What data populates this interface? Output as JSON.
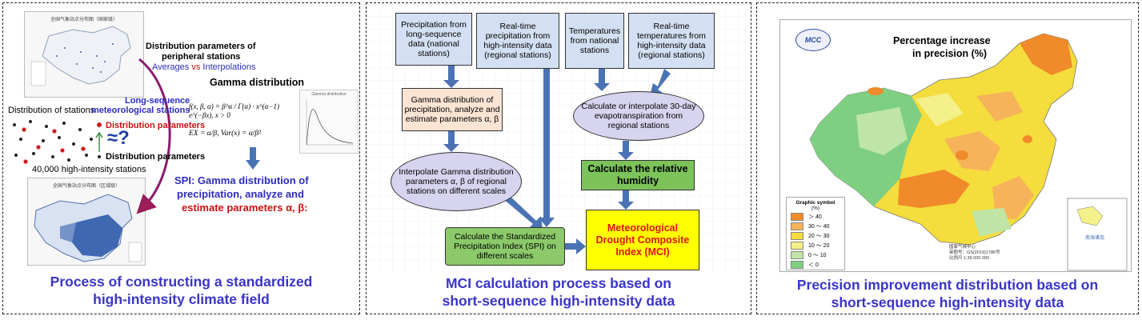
{
  "panel1": {
    "caption_line1": "Process of constructing a standardized",
    "caption_line2": "high-intensity climate field",
    "top_map_title": "全国气象站点分布图（国家级）",
    "bottom_map_title": "全国气象站点分布图（区域级）",
    "peripheral_line1": "Distribution parameters of",
    "peripheral_line2": "peripheral stations",
    "averages": "Averages",
    "vs": "vs",
    "interpolations": "Interpolations",
    "gamma_title": "Gamma distribution",
    "formula1": "f(x, β, α) = β^α / Γ(α) · x^(α−1) e^(−βx), x > 0",
    "formula2": "EX = α/β, Var(x) = α/β²",
    "mini_chart_title": "Gamma distribution",
    "dist_of_stations": "Distribution of stations",
    "long_seq_line1": "Long-sequence",
    "long_seq_line2": "meteorological stations",
    "dist_params_red": "Distribution parameters",
    "approx_symbol": "≈?",
    "dist_params_black": "Distribution parameters",
    "high_intensity": "40,000 high-intensity stations",
    "spi_line1": "SPI: Gamma distribution of",
    "spi_line2": "precipitation, analyze and",
    "spi_line3": "estimate parameters α, β:"
  },
  "panel2": {
    "caption_line1": "MCI calculation process based on",
    "caption_line2": "short-sequence high-intensity data",
    "box_precip_long": "Precipitation from long-sequence data (national stations)",
    "box_precip_rt": "Real-time precipitation from high-intensity data (regional stations)",
    "box_temp_nat": "Temperatures from national stations",
    "box_temp_rt": "Real-time temperatures from high-intensity data (regional stations)",
    "box_gamma": "Gamma distribution of precipitation, analyze and estimate parameters α, β",
    "ell_interp_gamma": "Interpolate Gamma distribution parameters α, β of regional stations on different scales",
    "ell_evapo": "Calculate or interpolate 30-day evapotranspiration from regional stations",
    "box_humidity": "Calculate the relative humidity",
    "box_spi": "Calculate the Standardized Precipitation Index (SPI) on different scales",
    "box_mci": "Meteorological Drought Composite Index (MCI)"
  },
  "panel3": {
    "caption_line1": "Precision improvement distribution based on",
    "caption_line2": "short-sequence high-intensity data",
    "logo_text": "MCC",
    "map_title_line1": "Percentage increase",
    "map_title_line2": "in precision (%)",
    "legend_title": "Graphic symbol",
    "legend_unit": "(%)",
    "legend_items": [
      {
        "label": "＞ 40",
        "color": "#f08a2a"
      },
      {
        "label": "30 ～ 40",
        "color": "#f6b35a"
      },
      {
        "label": "20 ～ 30",
        "color": "#f4dd3c"
      },
      {
        "label": "10 ～ 20",
        "color": "#f4f08a"
      },
      {
        "label": "0 ～ 10",
        "color": "#bfe6a6"
      },
      {
        "label": "＜ 0",
        "color": "#7fcf82"
      }
    ],
    "footer_line1": "国家气候中心",
    "footer_line2": "审图号：GS(2019)1786号",
    "footer_line3": "比例尺 1:39 000 000",
    "inset_label": "南海诸岛"
  }
}
